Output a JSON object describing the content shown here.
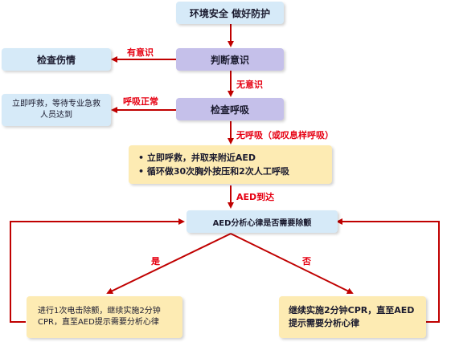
{
  "nodes": {
    "env_safe": "环境安全 做好防护",
    "judge": "判断意识",
    "check_injury": "检查伤情",
    "check_breath": "检查呼吸",
    "call_help_wait": "立即呼救，等待专业急救人员达到",
    "cpr_steps": [
      "• 立即呼救，并取来附近AED",
      "• 循环做30次胸外按压和2次人工呼吸"
    ],
    "aed_analyze": "AED分析心律是否需要除颤",
    "shock_then_cpr": "进行1次电击除颤，继续实施2分钟CPR，直至AED提示需要分析心律",
    "continue_cpr": "继续实施2分钟CPR，直至AED提示需要分析心律"
  },
  "edge_labels": {
    "conscious": "有意识",
    "unconscious": "无意识",
    "breath_normal": "呼吸正常",
    "no_breath": "无呼吸（或叹息样呼吸）",
    "aed_arrived": "AED到达",
    "yes": "是",
    "no": "否"
  },
  "colors": {
    "arrow": "#c00000",
    "label": "#e60012",
    "box_blue": "#d6eaf8",
    "box_purple": "#c5c0ea",
    "box_yellow": "#fdebb3"
  }
}
